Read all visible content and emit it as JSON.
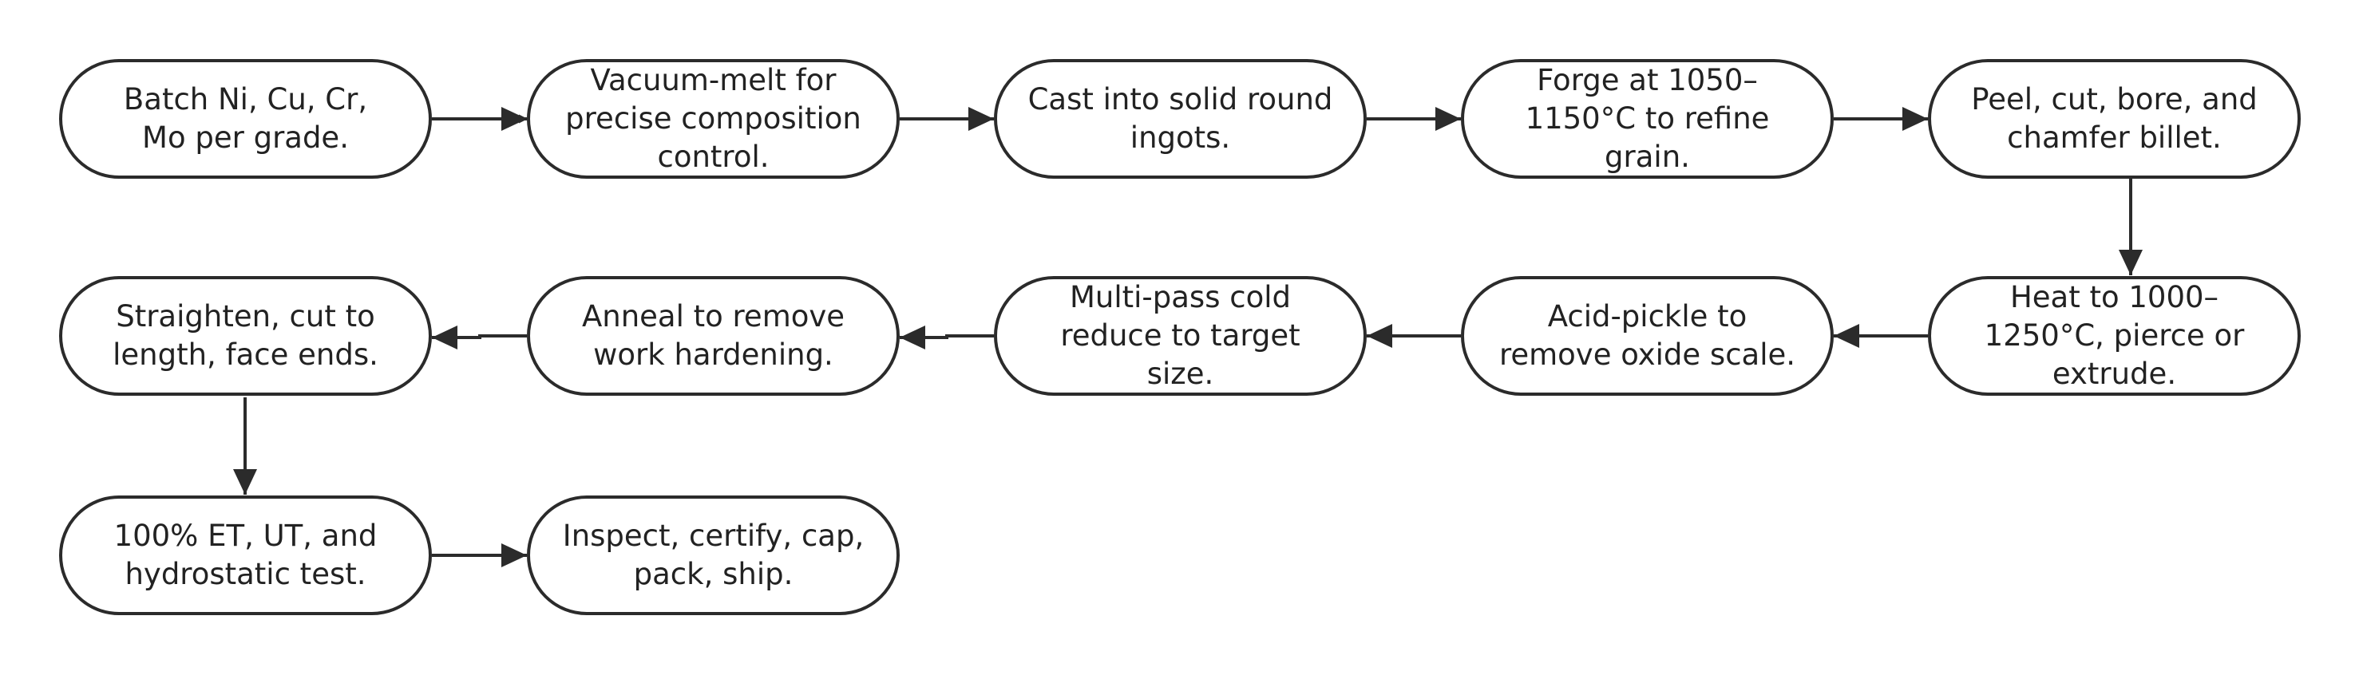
{
  "steps": [
    {
      "id": "s1",
      "label": "Batch Ni, Cu, Cr,\nMo per grade."
    },
    {
      "id": "s2",
      "label": "Vacuum-melt for\nprecise composition\ncontrol."
    },
    {
      "id": "s3",
      "label": "Cast into solid round\ningots."
    },
    {
      "id": "s4",
      "label": "Forge at 1050–\n1150°C to refine\ngrain."
    },
    {
      "id": "s5",
      "label": "Peel, cut, bore, and\nchamfer billet."
    },
    {
      "id": "s6",
      "label": "Heat to 1000–\n1250°C, pierce or\nextrude."
    },
    {
      "id": "s7",
      "label": "Acid-pickle to\nremove oxide scale."
    },
    {
      "id": "s8",
      "label": "Multi-pass cold\nreduce to target size."
    },
    {
      "id": "s9",
      "label": "Anneal to remove\nwork hardening."
    },
    {
      "id": "s10",
      "label": "Straighten, cut to\nlength, face ends."
    },
    {
      "id": "s11",
      "label": "100% ET, UT, and\nhydrostatic test."
    },
    {
      "id": "s12",
      "label": "Inspect, certify, cap,\npack, ship."
    }
  ],
  "colors": {
    "stroke": "#2b2b2b",
    "text": "#222222",
    "fill": "#ffffff"
  }
}
